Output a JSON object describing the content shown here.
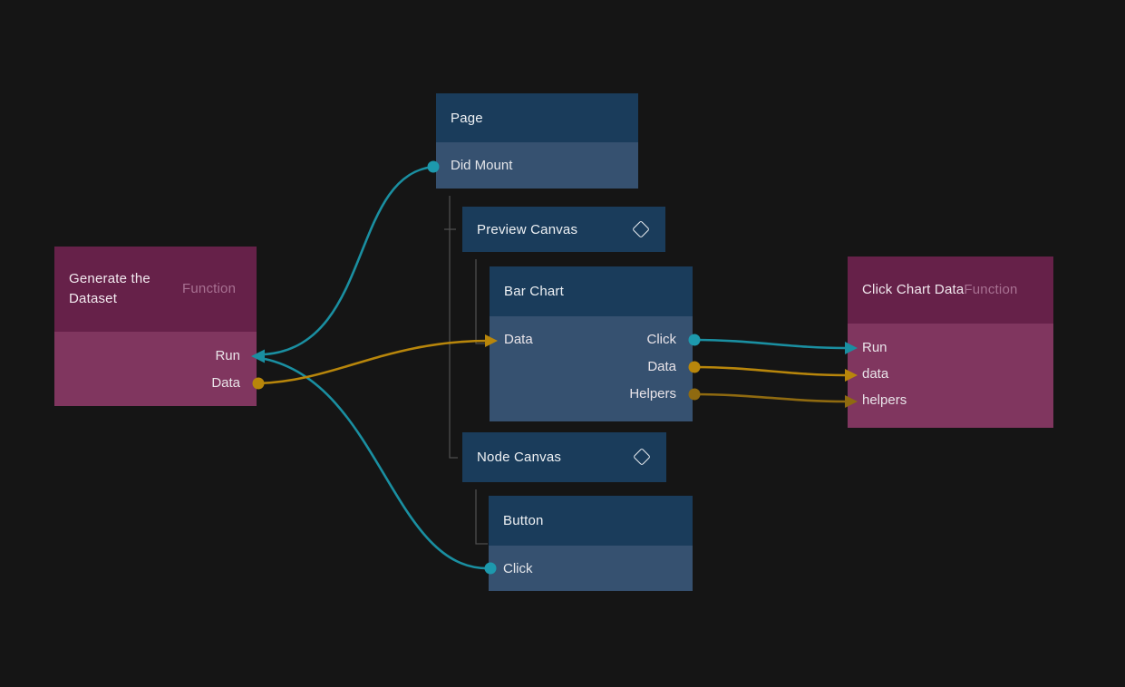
{
  "colors": {
    "background": "#151515",
    "node_blue_header": "#1a3c5b",
    "node_blue_body": "#365170",
    "node_purple_header": "#662149",
    "node_purple_body": "#80365f",
    "signal_connection": "#1a8fa1",
    "signal_dot": "#1d99ad",
    "data_connection": "#b8860b",
    "data_connection_dim": "#8f6a10",
    "tree_line": "#4d4d4d",
    "title_text": "#eef1f4",
    "muted_text": "#a87192"
  },
  "nodes": {
    "page": {
      "title": "Page",
      "ports": {
        "did_mount": "Did Mount"
      }
    },
    "preview_canvas": {
      "title": "Preview Canvas",
      "icon": "diamond-icon"
    },
    "bar_chart": {
      "title": "Bar Chart",
      "inputs": {
        "data": "Data"
      },
      "outputs": {
        "click": "Click",
        "data": "Data",
        "helpers": "Helpers"
      }
    },
    "node_canvas": {
      "title": "Node Canvas",
      "icon": "diamond-icon"
    },
    "button": {
      "title": "Button",
      "ports": {
        "click": "Click"
      }
    },
    "generate_dataset": {
      "title": "Generate the Dataset",
      "subtitle": "Function",
      "inputs": {
        "run": "Run"
      },
      "outputs": {
        "data": "Data"
      }
    },
    "click_chart_data": {
      "title": "Click Chart Data",
      "subtitle": "Function",
      "inputs": {
        "run": "Run",
        "data": "data",
        "helpers": "helpers"
      }
    }
  },
  "connections": [
    {
      "from": "Page.Did Mount",
      "to": "Generate the Dataset.Run",
      "type": "signal"
    },
    {
      "from": "Button.Click",
      "to": "Generate the Dataset.Run",
      "type": "signal"
    },
    {
      "from": "Generate the Dataset.Data",
      "to": "Bar Chart.Data",
      "type": "data"
    },
    {
      "from": "Bar Chart.Click",
      "to": "Click Chart Data.Run",
      "type": "signal"
    },
    {
      "from": "Bar Chart.Data",
      "to": "Click Chart Data.data",
      "type": "data"
    },
    {
      "from": "Bar Chart.Helpers",
      "to": "Click Chart Data.helpers",
      "type": "data"
    }
  ]
}
